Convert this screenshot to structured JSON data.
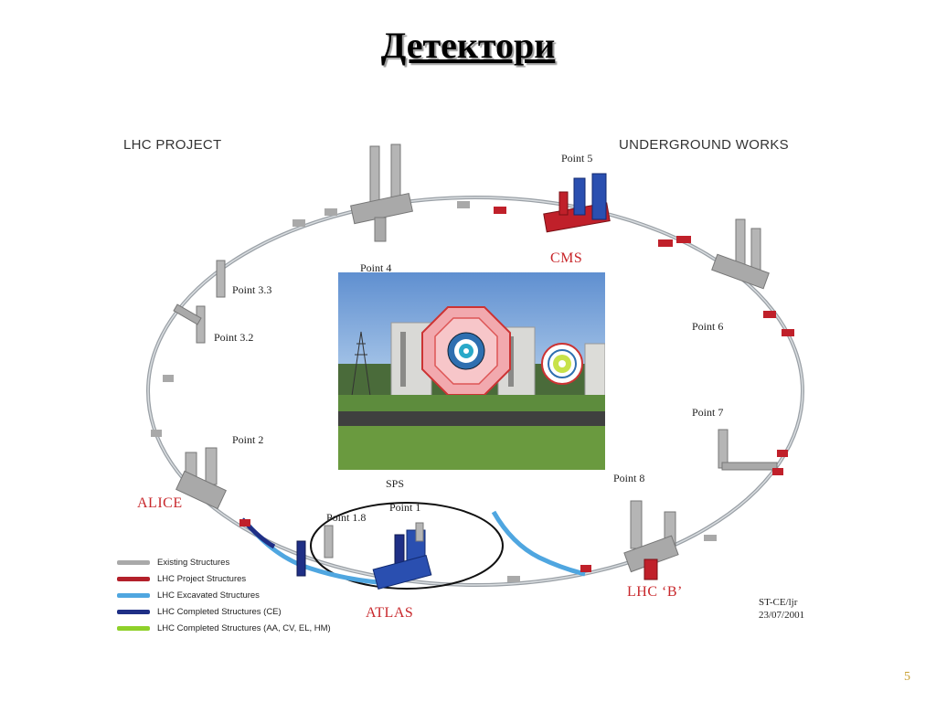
{
  "title": "Детектори",
  "diagram": {
    "header_left": "LHC PROJECT",
    "header_right": "UNDERGROUND WORKS",
    "points": {
      "p5": "Point 5",
      "p4": "Point 4",
      "p33": "Point 3.3",
      "p32": "Point 3.2",
      "p6": "Point 6",
      "p7": "Point 7",
      "p2": "Point 2",
      "p8": "Point 8",
      "p1": "Point 1",
      "p18": "Point 1.8",
      "sps": "SPS"
    },
    "experiments": {
      "cms": "CMS",
      "alice": "ALICE",
      "atlas": "ATLAS",
      "lhcb": "LHC ‘B’"
    },
    "legend": [
      {
        "label": "Existing Structures",
        "color": "#a9a9a9"
      },
      {
        "label": "LHC Project Structures",
        "color": "#b3202a"
      },
      {
        "label": "LHC Excavated Structures",
        "color": "#4fa6e0"
      },
      {
        "label": "LHC Completed Structures (CE)",
        "color": "#1f2f86"
      },
      {
        "label": "LHC Completed Structures (AA, CV, EL, HM)",
        "color": "#8fd12a"
      }
    ],
    "credit_line1": "ST-CE/ljr",
    "credit_line2": "23/07/2001"
  },
  "page_number": "5"
}
